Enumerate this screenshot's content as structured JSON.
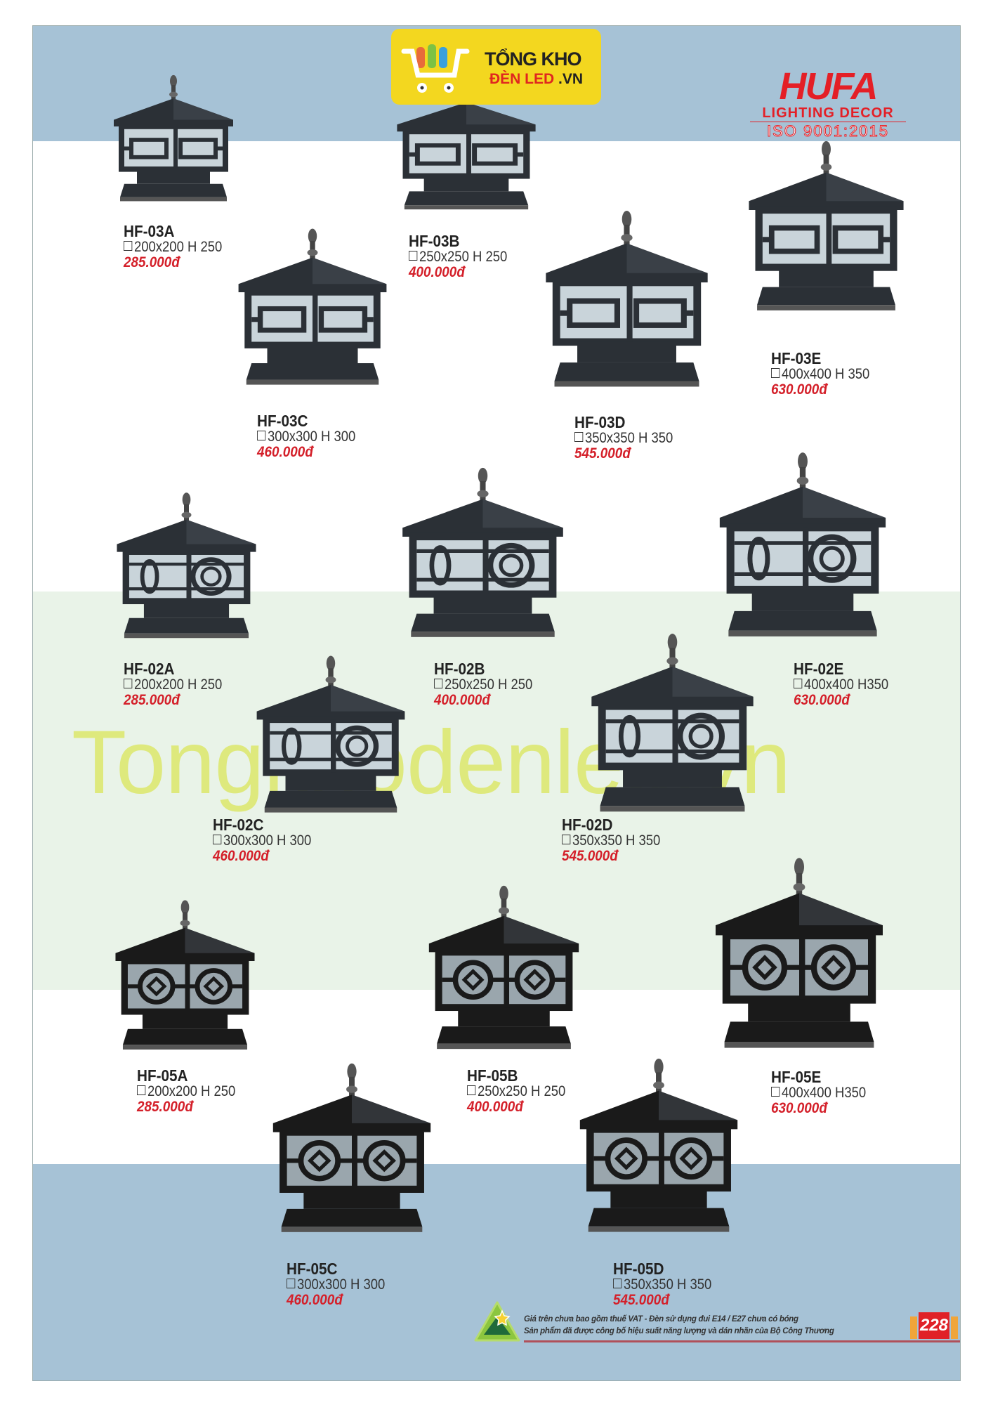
{
  "brand_logo": {
    "line1": "TỔNG KHO",
    "line2a": "ĐÈN LED",
    "line2b": ".VN"
  },
  "maker_logo": {
    "name": "HUFA",
    "tagline": "LIGHTING DECOR",
    "cert": "ISO 9001:2015"
  },
  "watermark": "Tongkhodenled.vn",
  "products": [
    {
      "code": "HF-03A",
      "size": "200x200 H 250",
      "price": "285.000đ",
      "style": "03"
    },
    {
      "code": "HF-03B",
      "size": "250x250 H 250",
      "price": "400.000đ",
      "style": "03"
    },
    {
      "code": "HF-03C",
      "size": "300x300 H 300",
      "price": "460.000đ",
      "style": "03"
    },
    {
      "code": "HF-03D",
      "size": "350x350 H 350",
      "price": "545.000đ",
      "style": "03"
    },
    {
      "code": "HF-03E",
      "size": "400x400 H 350",
      "price": "630.000đ",
      "style": "03"
    },
    {
      "code": "HF-02A",
      "size": "200x200 H 250",
      "price": "285.000đ",
      "style": "02"
    },
    {
      "code": "HF-02B",
      "size": "250x250 H 250",
      "price": "400.000đ",
      "style": "02"
    },
    {
      "code": "HF-02E",
      "size": "400x400 H350",
      "price": "630.000đ",
      "style": "02"
    },
    {
      "code": "HF-02C",
      "size": "300x300 H 300",
      "price": "460.000đ",
      "style": "02"
    },
    {
      "code": "HF-02D",
      "size": "350x350 H 350",
      "price": "545.000đ",
      "style": "02"
    },
    {
      "code": "HF-05A",
      "size": "200x200 H 250",
      "price": "285.000đ",
      "style": "05"
    },
    {
      "code": "HF-05B",
      "size": "250x250 H 250",
      "price": "400.000đ",
      "style": "05"
    },
    {
      "code": "HF-05E",
      "size": "400x400 H350",
      "price": "630.000đ",
      "style": "05"
    },
    {
      "code": "HF-05C",
      "size": "300x300 H 300",
      "price": "460.000đ",
      "style": "05"
    },
    {
      "code": "HF-05D",
      "size": "350x350 H 350",
      "price": "545.000đ",
      "style": "05"
    }
  ],
  "footer": {
    "note1": "Giá trên chưa bao gồm thuế VAT - Đèn sử dụng đui E14 / E27 chưa có bóng",
    "note2": "Sản phẩm đã được công bố hiệu suất năng lượng và dán nhãn của Bộ Công Thương",
    "page": "228"
  },
  "colors": {
    "price": "#d4202a",
    "band_blue": "#a6c2d6",
    "band_green": "#e9f3e8",
    "brand_yellow": "#f3d71f",
    "hufa_red": "#e41f26"
  }
}
